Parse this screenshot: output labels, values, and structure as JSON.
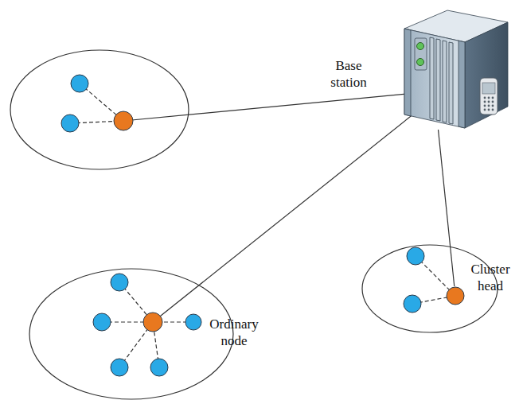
{
  "diagram": {
    "nodes": [
      {
        "text": [
          "Base station"
        ]
      },
      {
        "text": [
          "Cluster head"
        ]
      },
      {
        "text": [
          "Ordinary node"
        ]
      }
    ],
    "edges": [
      {
        "from": 1,
        "to": 0,
        "arrow": "none"
      }
    ]
  }
}
